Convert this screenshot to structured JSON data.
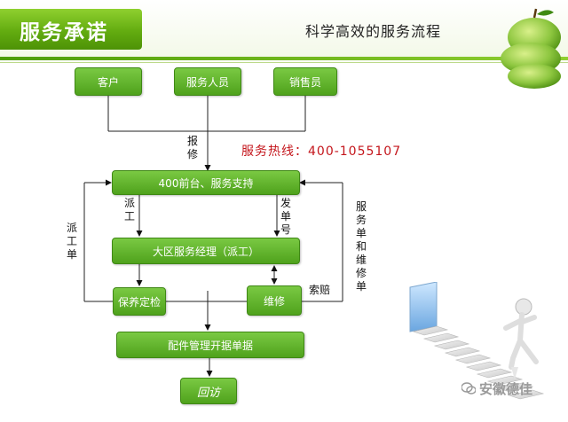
{
  "header": {
    "title": "服务承诺",
    "subtitle": "科学高效的服务流程"
  },
  "hotline": "服务热线：400-1055107",
  "nodes": {
    "customer": "客户",
    "service_staff": "服务人员",
    "sales": "销售员",
    "front_desk": "400前台、服务支持",
    "regional_manager": "大区服务经理（派工）",
    "maintenance_check": "保养定检",
    "repair": "维修",
    "parts": "配件管理开据单据",
    "revisit": "回访"
  },
  "labels": {
    "report_repair": "报修",
    "dispatch": "派工",
    "issue_ticket_no": "发单号",
    "dispatch_sheet": "派工单",
    "service_repair_sheet": "服务单和维修单",
    "claim": "索赔"
  },
  "watermark": "安徽德佳",
  "colors": {
    "node_fill": "#5aac24",
    "header_band": "#63ac10",
    "hotline": "#c4161c"
  }
}
